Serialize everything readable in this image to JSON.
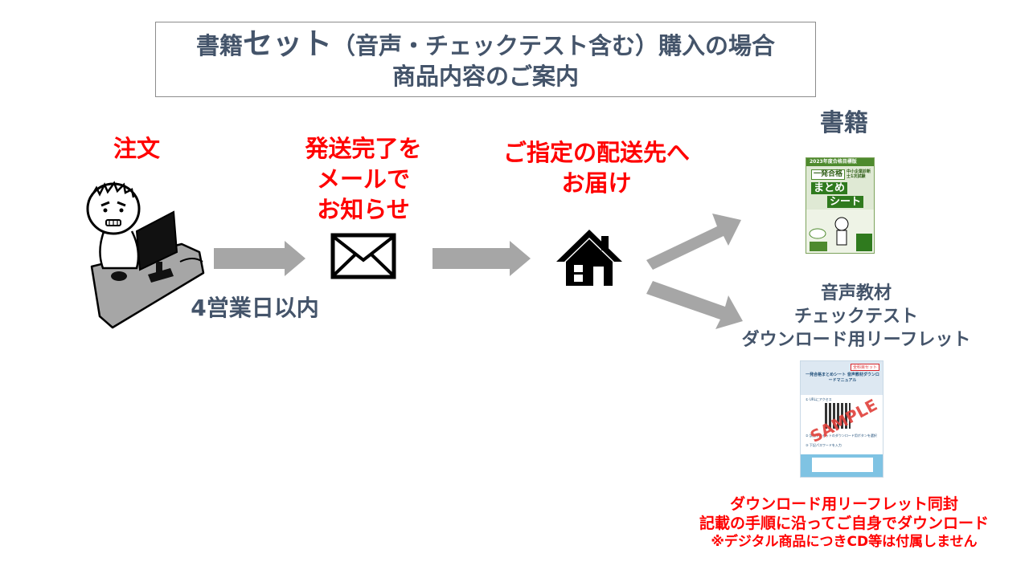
{
  "title": {
    "line1_pre": "書籍",
    "line1_em": "セット",
    "line1_post": "（音声・チェックテスト含む）購入の場合",
    "line2": "商品内容のご案内"
  },
  "steps": {
    "order": "注文",
    "mail": [
      "発送完了を",
      "メールで",
      "お知らせ"
    ],
    "delivery": [
      "ご指定の配送先へ",
      "お届け"
    ],
    "business_days": "4営業日以内"
  },
  "products": {
    "book_label": "書籍",
    "digital_labels": [
      "音声教材",
      "チェックテスト",
      "ダウンロード用リーフレット"
    ]
  },
  "book_cover": {
    "year": "2023年度合格目標版",
    "badge": "一発合格",
    "subtitle": "中小企業診断士1次試験",
    "title1": "まとめ",
    "title2": "シート"
  },
  "leaflet": {
    "tag": "全科目セット",
    "title": "一発合格まとめシート 音声教材ダウンロードマニュアル",
    "step1": "① URLにアクセス",
    "step2": "② 該当するセットのダウンロード用ボタンを選択",
    "step3": "③ 下記パスワードを入力",
    "stamp": "SAMPLE"
  },
  "notes": [
    "ダウンロード用リーフレット同封",
    "記載の手順に沿ってご自身でダウンロード",
    "※デジタル商品につきCD等は付属しません"
  ],
  "colors": {
    "heading": "#44546a",
    "accent": "#ff0000",
    "arrow": "#a6a6a6",
    "icon": "#000000"
  },
  "icons": [
    "person-at-computer-illustration",
    "envelope-icon",
    "house-icon"
  ]
}
